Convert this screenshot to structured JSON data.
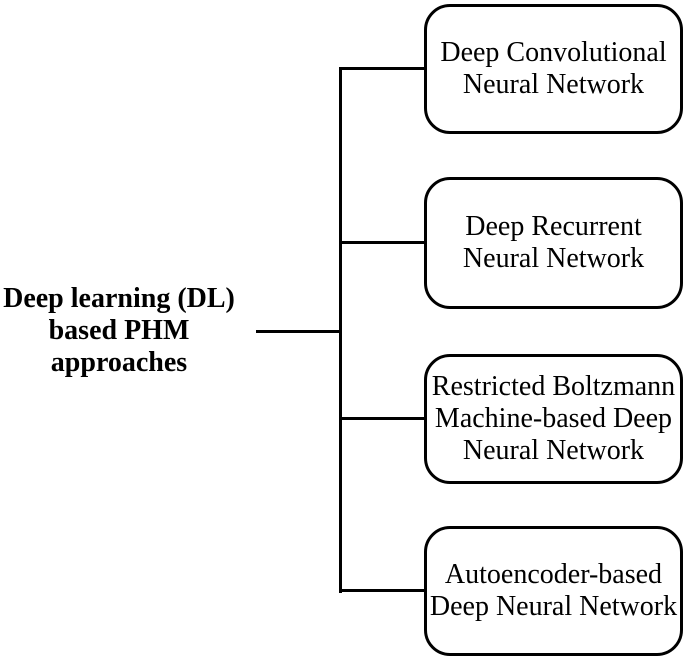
{
  "figure": {
    "background_color": "#ffffff",
    "line_color": "#000000",
    "text_color": "#000000",
    "root": {
      "label": "Deep learning (DL)\nbased PHM\napproaches"
    },
    "nodes": [
      {
        "label": "Deep Convolutional\nNeural Network"
      },
      {
        "label": "Deep Recurrent\nNeural Network"
      },
      {
        "label": "Restricted Boltzmann\nMachine-based Deep\nNeural Network"
      },
      {
        "label": "Autoencoder-based\nDeep Neural Network"
      }
    ]
  }
}
